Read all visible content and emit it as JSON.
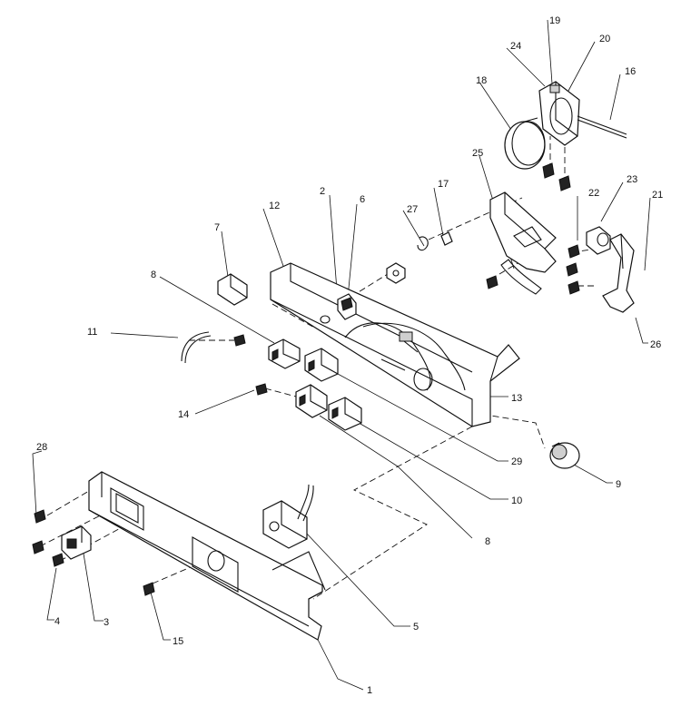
{
  "diagram": {
    "callouts": [
      "1",
      "2",
      "3",
      "4",
      "5",
      "6",
      "7",
      "8",
      "8",
      "9",
      "10",
      "11",
      "12",
      "13",
      "14",
      "15",
      "16",
      "17",
      "18",
      "19",
      "20",
      "21",
      "22",
      "23",
      "24",
      "25",
      "26",
      "27",
      "28",
      "29"
    ],
    "colors": {
      "ink": "#111111",
      "paper": "#ffffff"
    }
  }
}
